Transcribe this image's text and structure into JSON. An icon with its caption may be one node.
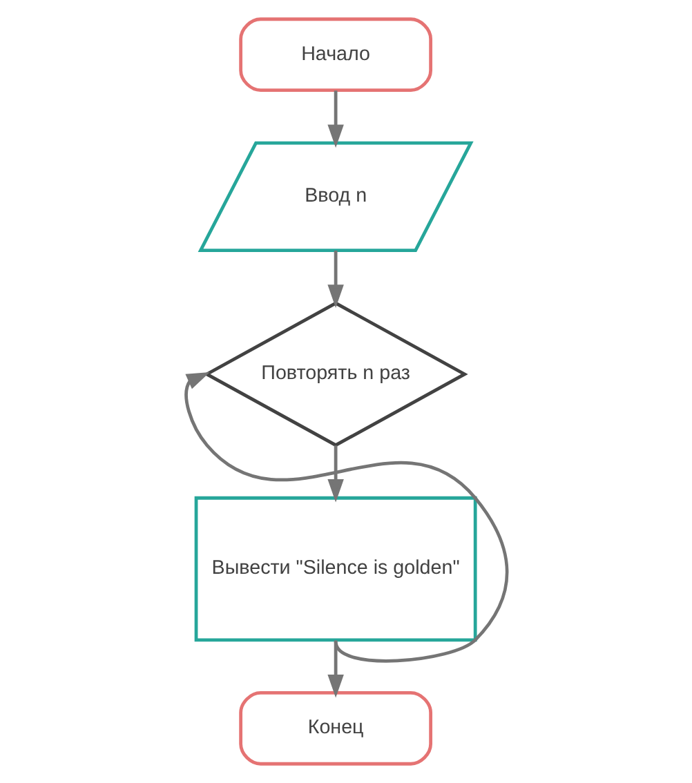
{
  "diagram": {
    "nodes": [
      {
        "text": [
          "Начало"
        ]
      },
      {
        "text": [
          "Ввод n"
        ]
      },
      {
        "text": [
          "Повторять n раз"
        ]
      },
      {
        "text": [
          "Вывести \"Silence is golden\""
        ]
      },
      {
        "text": [
          "Конец"
        ]
      }
    ],
    "edges": [
      {
        "from": 0,
        "to": 1,
        "arrow": "to"
      },
      {
        "from": 1,
        "to": 2,
        "arrow": "to"
      },
      {
        "from": 2,
        "to": 3,
        "arrow": "to"
      },
      {
        "from": 3,
        "to": 4,
        "arrow": "to"
      },
      {
        "from": 3,
        "to": 2,
        "arrow": "to"
      }
    ]
  }
}
